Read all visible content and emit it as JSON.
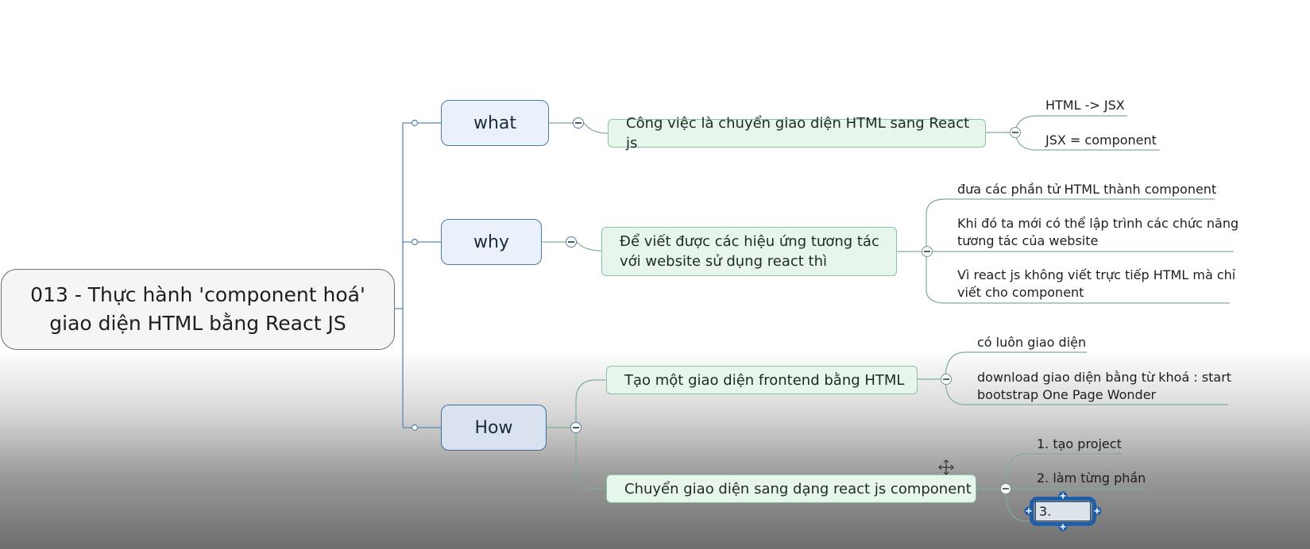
{
  "root": {
    "lines": [
      "013 - Thực hành 'component hoá'",
      "giao diện HTML bằng React JS"
    ]
  },
  "branches": [
    {
      "label": "what",
      "children": [
        {
          "text": [
            "Công việc là chuyển giao diện HTML sang React js"
          ],
          "leaves": [
            [
              "HTML -> JSX"
            ],
            [
              "JSX = component"
            ]
          ]
        }
      ]
    },
    {
      "label": "why",
      "children": [
        {
          "text": [
            "Để viết được các hiệu ứng tương tác",
            "với website sử dụng react thì"
          ],
          "leaves": [
            [
              "đưa các phần tử HTML thành component"
            ],
            [
              "Khi đó ta mới có thể lập trình các chức năng",
              "tương tác của website"
            ],
            [
              "Vì react js không viết trực tiếp HTML mà chỉ",
              "viết cho component"
            ]
          ]
        }
      ]
    },
    {
      "label": "How",
      "children": [
        {
          "text": [
            "Tạo một giao diện frontend bằng HTML"
          ],
          "leaves": [
            [
              "có luôn giao diện"
            ],
            [
              "download giao diện bằng từ khoá : start",
              "bootstrap One Page Wonder"
            ]
          ]
        },
        {
          "text": [
            "Chuyển giao diện sang dạng react js component"
          ],
          "leaves": [
            [
              "1. tạo project"
            ],
            [
              "2. làm từng phần"
            ]
          ],
          "editing": "3."
        }
      ]
    }
  ],
  "colors": {
    "main_border": "#4a7aa8",
    "sub_border": "#86c59e",
    "edit_ring": "#1f5fa8"
  },
  "icons": [
    "collapse-icon",
    "move-cursor-icon",
    "resize-handle-icon"
  ]
}
